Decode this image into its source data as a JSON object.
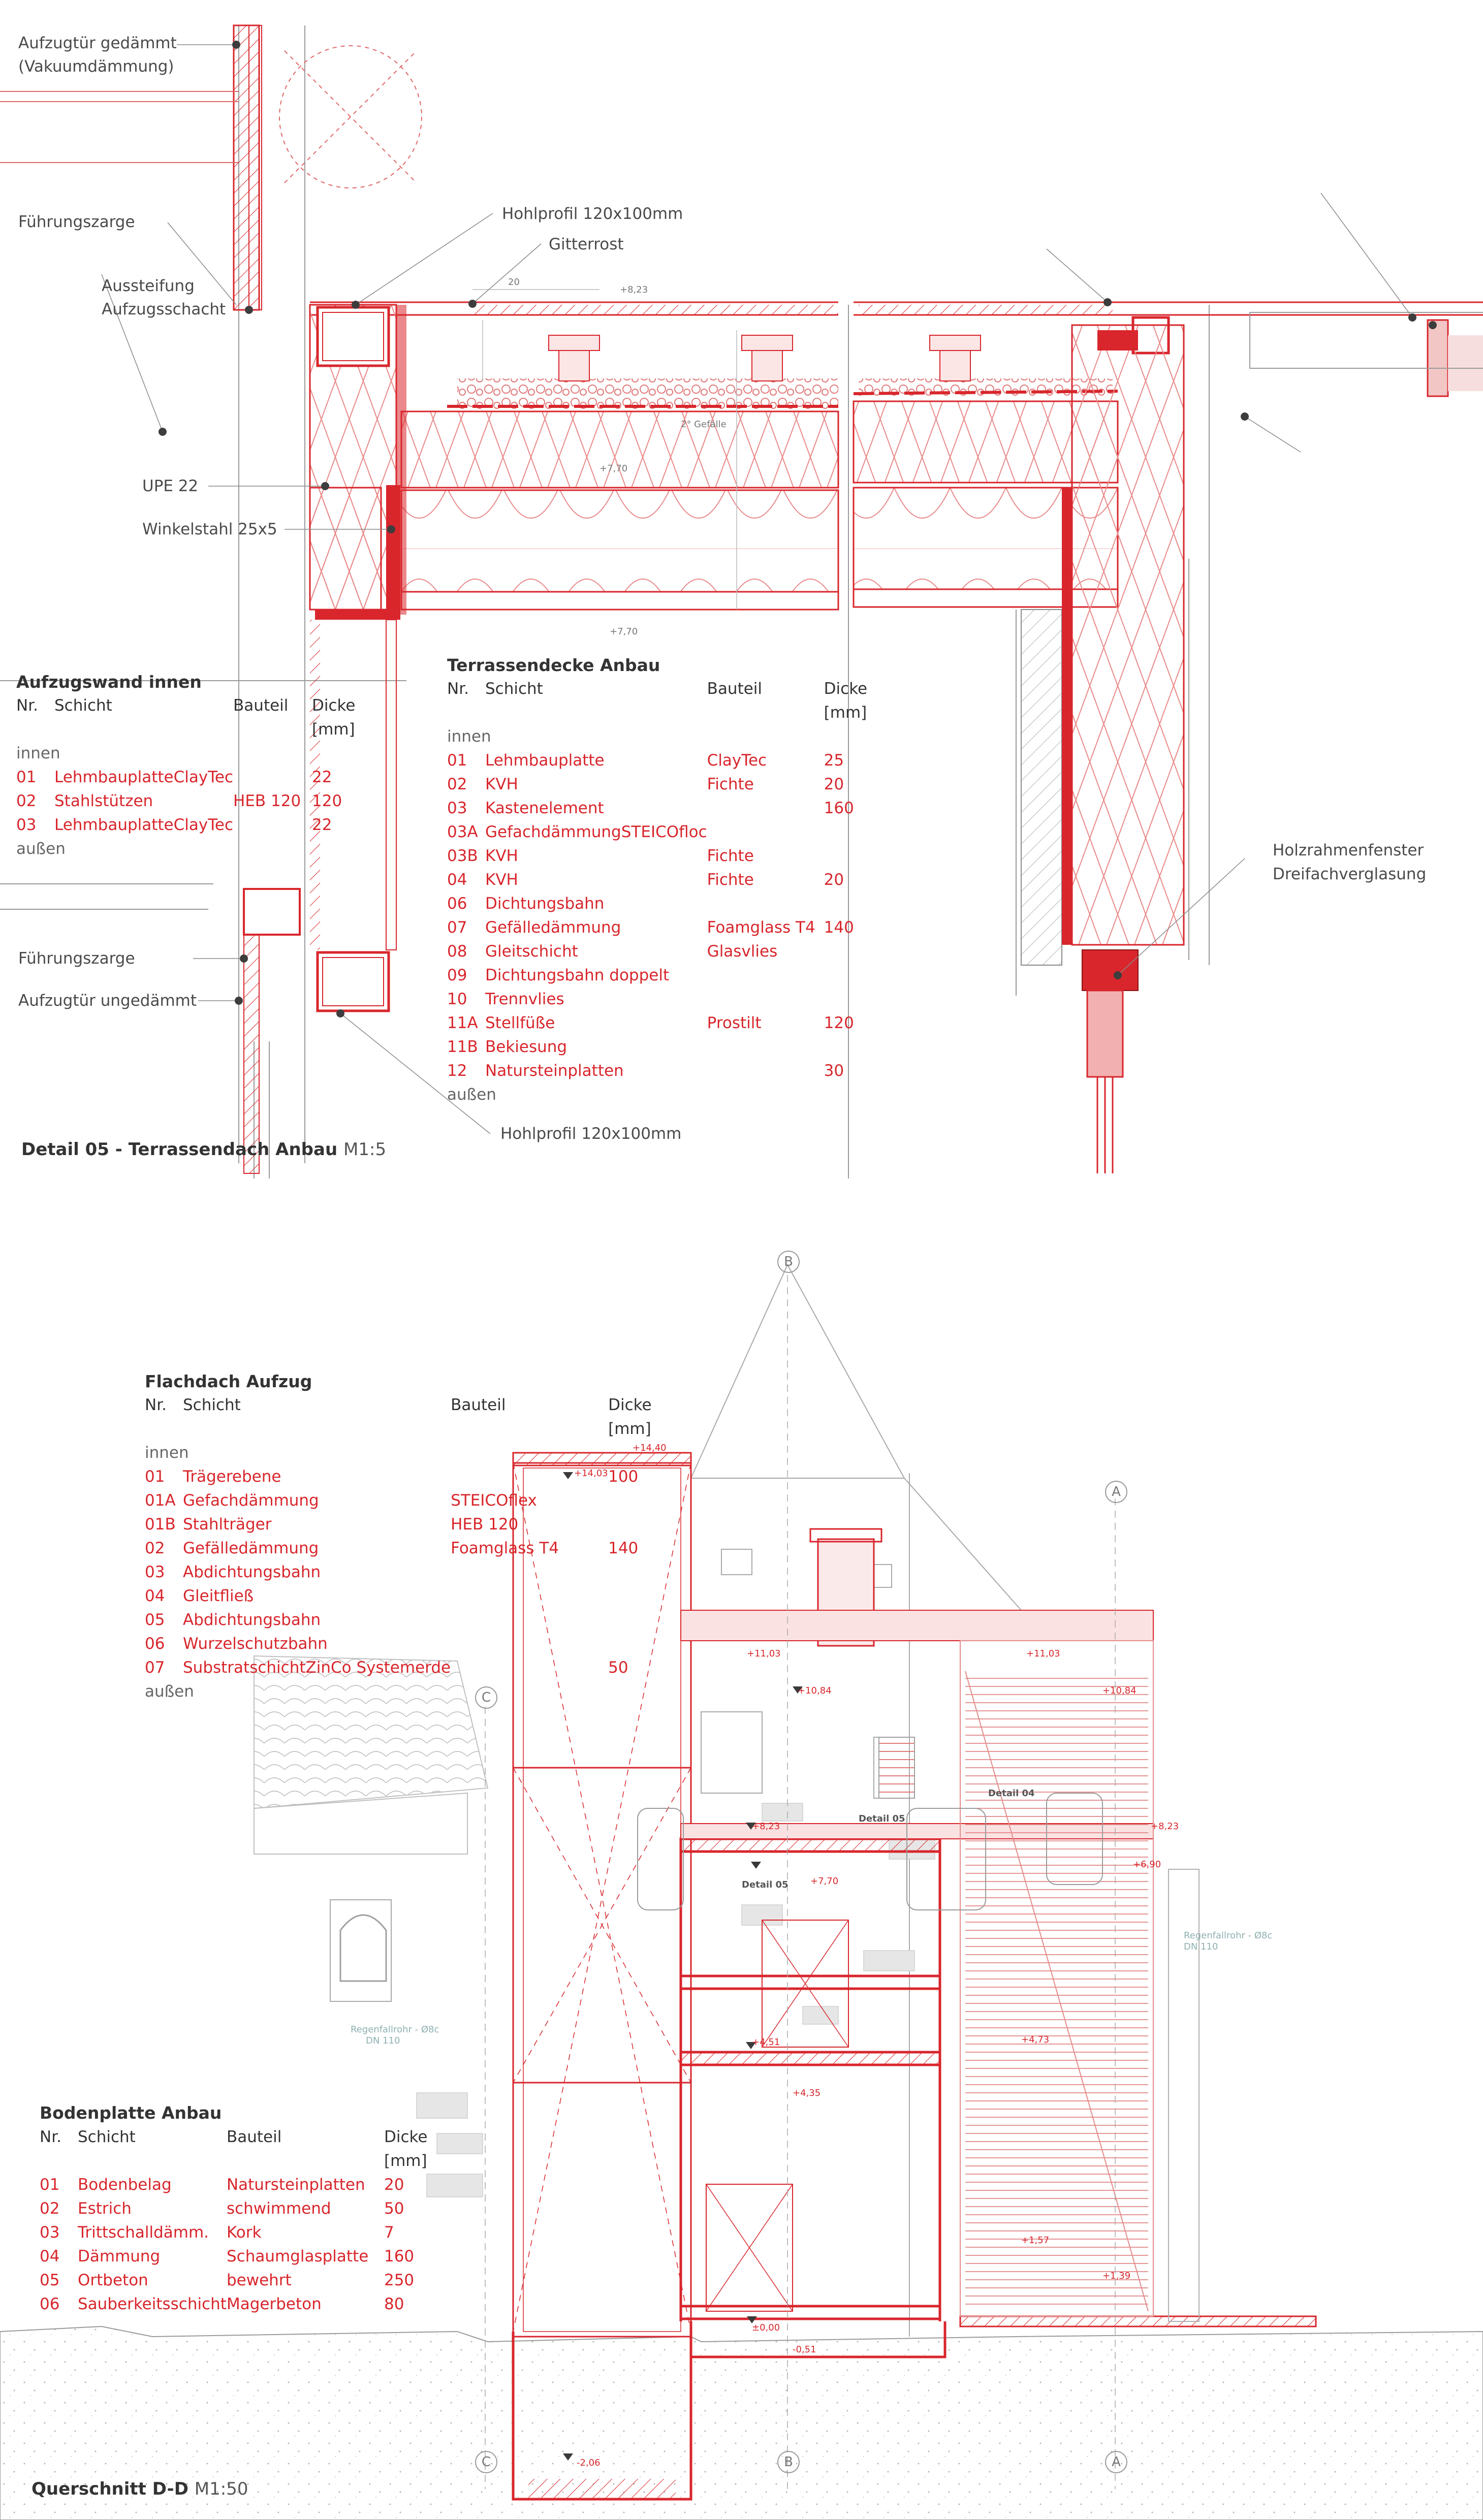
{
  "detail": {
    "title": "Detail 05 - Terrassendach Anbau",
    "scale": "M1:5",
    "labels": {
      "aufzugtuer_gedaemmt_1": "Aufzugtür gedämmt",
      "aufzugtuer_gedaemmt_2": "(Vakuumdämmung)",
      "fuehrungszarge_top": "Führungszarge",
      "aussteifung_1": "Aussteifung",
      "aussteifung_2": "Aufzugsschacht",
      "upe": "UPE 22",
      "winkelstahl": "Winkelstahl 25x5",
      "hohlprofil_top": "Hohlprofil 120x100mm",
      "gitterrost": "Gitterrost",
      "holzrahmen_1": "Holzrahmenfenster",
      "holzrahmen_2": "Dreifachverglasung",
      "fuehrungszarge_bottom": "Führungszarge",
      "aufzugtuer_ungedaemmt": "Aufzugtür ungedämmt",
      "hohlprofil_bottom": "Hohlprofil 120x100mm"
    },
    "small_marks": {
      "lvl_823": "+8,23",
      "lvl_770a": "+7,70",
      "lvl_770b": "+7,70",
      "gefaelle": "2° Gefälle",
      "dim_20": "20"
    }
  },
  "aufzugswand": {
    "title": "Aufzugswand innen",
    "headers": [
      "Nr.",
      "Schicht",
      "Bauteil",
      "Dicke"
    ],
    "unit": "[mm]",
    "top": "innen",
    "rows": [
      [
        "01",
        "LehmbauplatteClayTec",
        "",
        "22"
      ],
      [
        "02",
        "Stahlstützen",
        "HEB 120",
        "120"
      ],
      [
        "03",
        "LehmbauplatteClayTec",
        "",
        "22"
      ]
    ],
    "bottom": "außen"
  },
  "terrassendecke": {
    "title": "Terrassendecke Anbau",
    "headers": [
      "Nr.",
      "Schicht",
      "Bauteil",
      "Dicke"
    ],
    "unit": "[mm]",
    "top": "innen",
    "rows": [
      [
        "01",
        "Lehmbauplatte",
        "ClayTec",
        "25"
      ],
      [
        "02",
        "KVH",
        "Fichte",
        "20"
      ],
      [
        "03",
        "Kastenelement",
        "",
        "160"
      ],
      [
        "03A",
        "GefachdämmungSTEICOfloc",
        "",
        ""
      ],
      [
        "03B",
        "KVH",
        "Fichte",
        ""
      ],
      [
        "04",
        "KVH",
        "Fichte",
        "20"
      ],
      [
        "06",
        "Dichtungsbahn",
        "",
        ""
      ],
      [
        "07",
        "Gefälledämmung",
        "Foamglass T4",
        "140"
      ],
      [
        "08",
        "Gleitschicht",
        "Glasvlies",
        ""
      ],
      [
        "09",
        "Dichtungsbahn doppelt",
        "",
        ""
      ],
      [
        "10",
        "Trennvlies",
        "",
        ""
      ],
      [
        "11A",
        "Stellfüße",
        "Prostilt",
        "120"
      ],
      [
        "11B",
        "Bekiesung",
        "",
        ""
      ],
      [
        "12",
        "Natursteinplatten",
        "",
        "30"
      ]
    ],
    "bottom": "außen"
  },
  "flachdach": {
    "title": "Flachdach Aufzug",
    "headers": [
      "Nr.",
      "Schicht",
      "Bauteil",
      "Dicke"
    ],
    "unit": "[mm]",
    "top": "innen",
    "rows": [
      [
        "01",
        "Trägerebene",
        "",
        "100"
      ],
      [
        "01A",
        "Gefachdämmung",
        "STEICOflex",
        ""
      ],
      [
        "01B",
        "Stahlträger",
        "HEB 120",
        ""
      ],
      [
        "02",
        "Gefälledämmung",
        "Foamglass T4",
        "140"
      ],
      [
        "03",
        "Abdichtungsbahn",
        "",
        ""
      ],
      [
        "04",
        "Gleitfließ",
        "",
        ""
      ],
      [
        "05",
        "Abdichtungsbahn",
        "",
        ""
      ],
      [
        "06",
        "Wurzelschutzbahn",
        "",
        ""
      ],
      [
        "07",
        "SubstratschichtZinCo Systemerde",
        "",
        "50"
      ]
    ],
    "bottom": "außen"
  },
  "bodenplatte": {
    "title": "Bodenplatte Anbau",
    "headers": [
      "Nr.",
      "Schicht",
      "Bauteil",
      "Dicke"
    ],
    "unit": "[mm]",
    "rows": [
      [
        "01",
        "Bodenbelag",
        "Natursteinplatten",
        "20"
      ],
      [
        "02",
        "Estrich",
        "schwimmend",
        "50"
      ],
      [
        "03",
        "Trittschalldämm.",
        "Kork",
        "7"
      ],
      [
        "04",
        "Dämmung",
        "Schaumglasplatte",
        "160"
      ],
      [
        "05",
        "Ortbeton",
        "bewehrt",
        "250"
      ],
      [
        "06",
        "Sauberkeitsschicht",
        "Magerbeton",
        "80"
      ]
    ]
  },
  "section": {
    "title": "Querschnitt D-D",
    "scale": "M1:50",
    "axes": {
      "a": "A",
      "b": "B",
      "c": "C"
    },
    "levels": {
      "l1440": "+14,40",
      "l1403": "+14,03",
      "l1103a": "+11,03",
      "l1103b": "+11,03",
      "l1084a": "+10,84",
      "l1084b": "+10,84",
      "l823a": "+8,23",
      "l823b": "+8,23",
      "l770": "+7,70",
      "l473": "+4,73",
      "l451": "+4,51",
      "l435": "+4,35",
      "l000": "±0,00",
      "l051": "-0,51",
      "l157": "+1,57",
      "l139": "+1,39",
      "l206": "-2,06",
      "l690": "+6,90"
    },
    "detail_tags": {
      "d04": "Detail 04",
      "d05a": "Detail 05",
      "d05b": "Detail 05"
    },
    "rain_1": "Regenfallrohr - Ø8c",
    "rain_2": "DN 110"
  },
  "colors": {
    "accent": "#d8262c",
    "line_grey": "#8a8a8a",
    "light_red": "#f3c6c6"
  }
}
